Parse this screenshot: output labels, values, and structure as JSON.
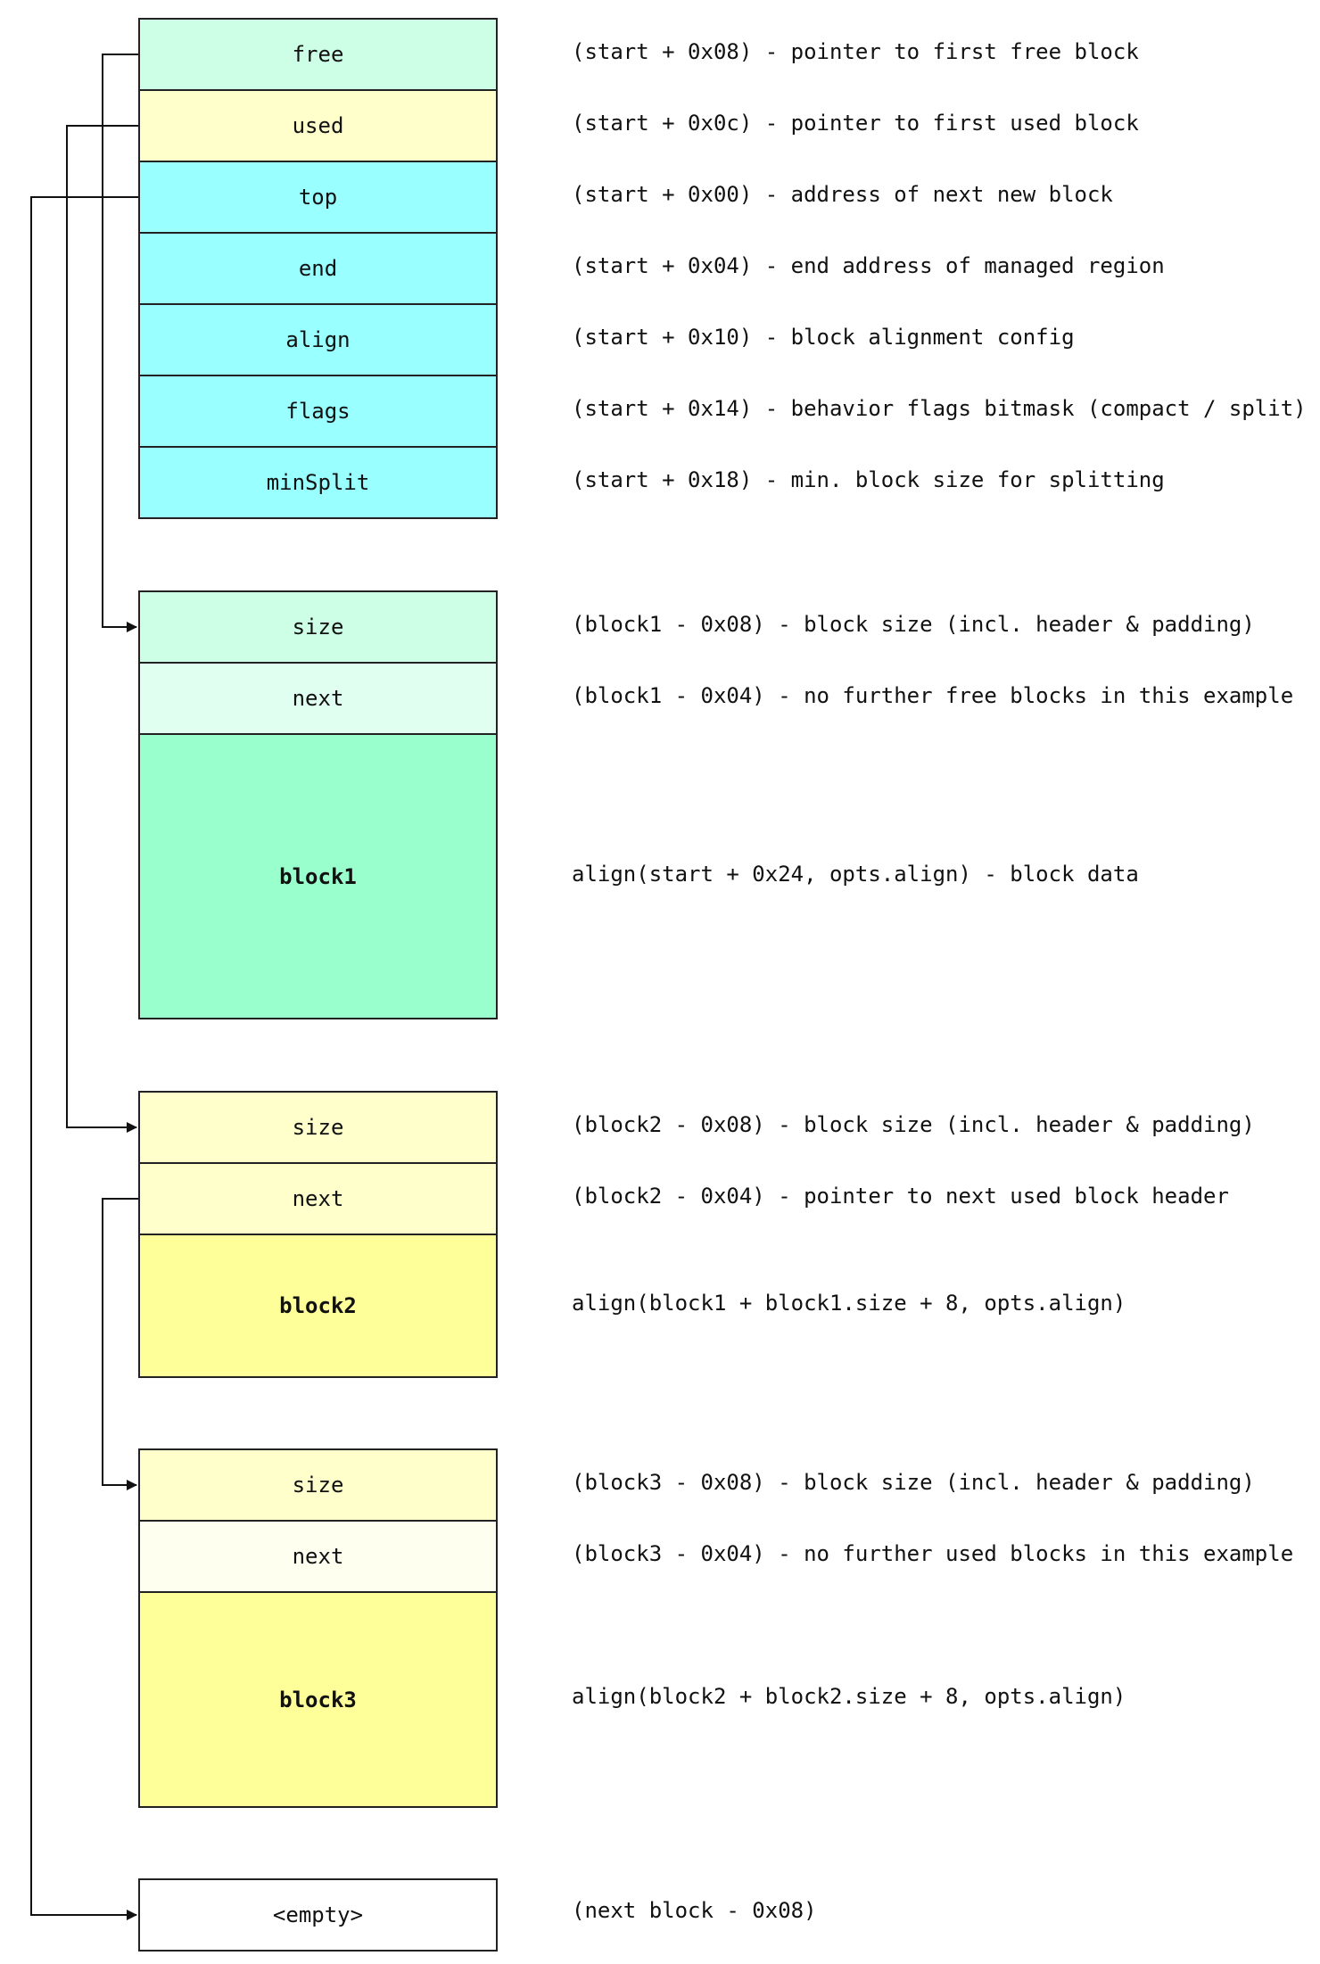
{
  "header": {
    "free": {
      "label": "free",
      "desc": "(start + 0x08) - pointer to first free block"
    },
    "used": {
      "label": "used",
      "desc": "(start + 0x0c) - pointer to first used block"
    },
    "top": {
      "label": "top",
      "desc": "(start + 0x00) - address of next new block"
    },
    "end": {
      "label": "end",
      "desc": "(start + 0x04) - end address of managed region"
    },
    "align": {
      "label": "align",
      "desc": "(start + 0x10) - block alignment config"
    },
    "flags": {
      "label": "flags",
      "desc": "(start + 0x14) - behavior flags bitmask (compact / split)"
    },
    "minSplit": {
      "label": "minSplit",
      "desc": "(start + 0x18) - min. block size for splitting"
    }
  },
  "block1": {
    "size": {
      "label": "size",
      "desc": "(block1 - 0x08) - block size (incl. header & padding)"
    },
    "next": {
      "label": "next",
      "desc": "(block1 - 0x04) - no further free blocks in this example"
    },
    "data": {
      "label": "block1",
      "desc": "align(start + 0x24, opts.align) - block data"
    }
  },
  "block2": {
    "size": {
      "label": "size",
      "desc": "(block2 - 0x08) - block size (incl. header & padding)"
    },
    "next": {
      "label": "next",
      "desc": "(block2 - 0x04) - pointer to next used block header"
    },
    "data": {
      "label": "block2",
      "desc": "align(block1 + block1.size + 8, opts.align)"
    }
  },
  "block3": {
    "size": {
      "label": "size",
      "desc": "(block3 - 0x08) - block size (incl. header & padding)"
    },
    "next": {
      "label": "next",
      "desc": "(block3 - 0x04) - no further used blocks in this example"
    },
    "data": {
      "label": "block3",
      "desc": "align(block2 + block2.size + 8, opts.align)"
    }
  },
  "empty": {
    "label": "<empty>",
    "desc": "(next block - 0x08)"
  },
  "colors": {
    "free_header": "#ccffe6",
    "used_header": "#ffffcc",
    "config": "#99ffff",
    "free_data": "#99ffcc",
    "used_data": "#ffff99",
    "terminal_next": "#fffff0",
    "free_next": "#e0fff0",
    "empty": "#ffffff",
    "border": "#222222"
  }
}
